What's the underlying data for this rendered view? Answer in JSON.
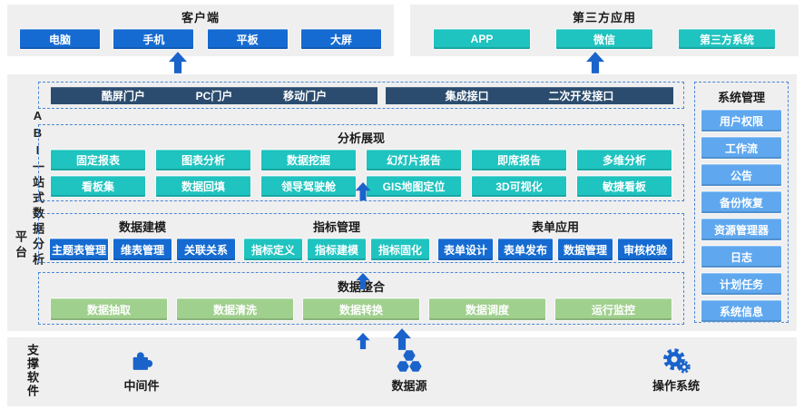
{
  "colors": {
    "blue": "#156bd1",
    "teal": "#1fc3bf",
    "navy": "#2b4c6f",
    "green": "#a0d08e",
    "lblue": "#5fa8ef",
    "arrow": "#1a63cb",
    "dash": "#4a86d8"
  },
  "client": {
    "title": "客户端",
    "items": [
      "电脑",
      "手机",
      "平板",
      "大屏"
    ]
  },
  "third_party": {
    "title": "第三方应用",
    "items": [
      "APP",
      "微信",
      "第三方系统"
    ]
  },
  "platform": {
    "title_vertical": "ABI一站式数据分析",
    "title_vertical_wrap": "平台",
    "portal": {
      "left_items": [
        "酷屏门户",
        "PC门户",
        "移动门户"
      ],
      "right_items": [
        "集成接口",
        "二次开发接口"
      ]
    },
    "analysis": {
      "title": "分析展现",
      "row1": [
        "固定报表",
        "图表分析",
        "数据挖掘",
        "幻灯片报告",
        "即席报告",
        "多维分析"
      ],
      "row2": [
        "看板集",
        "数据回填",
        "领导驾驶舱",
        "GIS地图定位",
        "3D可视化",
        "敏捷看板"
      ]
    },
    "modeling": {
      "title": "数据建模",
      "items": [
        "主题表管理",
        "维表管理",
        "关联关系"
      ]
    },
    "indicator": {
      "title": "指标管理",
      "items": [
        "指标定义",
        "指标建模",
        "指标固化"
      ]
    },
    "form": {
      "title": "表单应用",
      "items": [
        "表单设计",
        "表单发布",
        "数据管理",
        "审核校验"
      ]
    },
    "integration": {
      "title": "数据整合",
      "items": [
        "数据抽取",
        "数据清洗",
        "数据转换",
        "数据调度",
        "运行监控"
      ]
    },
    "system": {
      "title": "系统管理",
      "items": [
        "用户权限",
        "工作流",
        "公告",
        "备份恢复",
        "资源管理器",
        "日志",
        "计划任务",
        "系统信息"
      ]
    }
  },
  "support": {
    "title_vertical": "支撑软件",
    "items": [
      {
        "label": "中间件",
        "icon": "puzzle-icon"
      },
      {
        "label": "数据源",
        "icon": "hexagon-cluster-icon"
      },
      {
        "label": "操作系统",
        "icon": "gears-icon"
      }
    ]
  }
}
